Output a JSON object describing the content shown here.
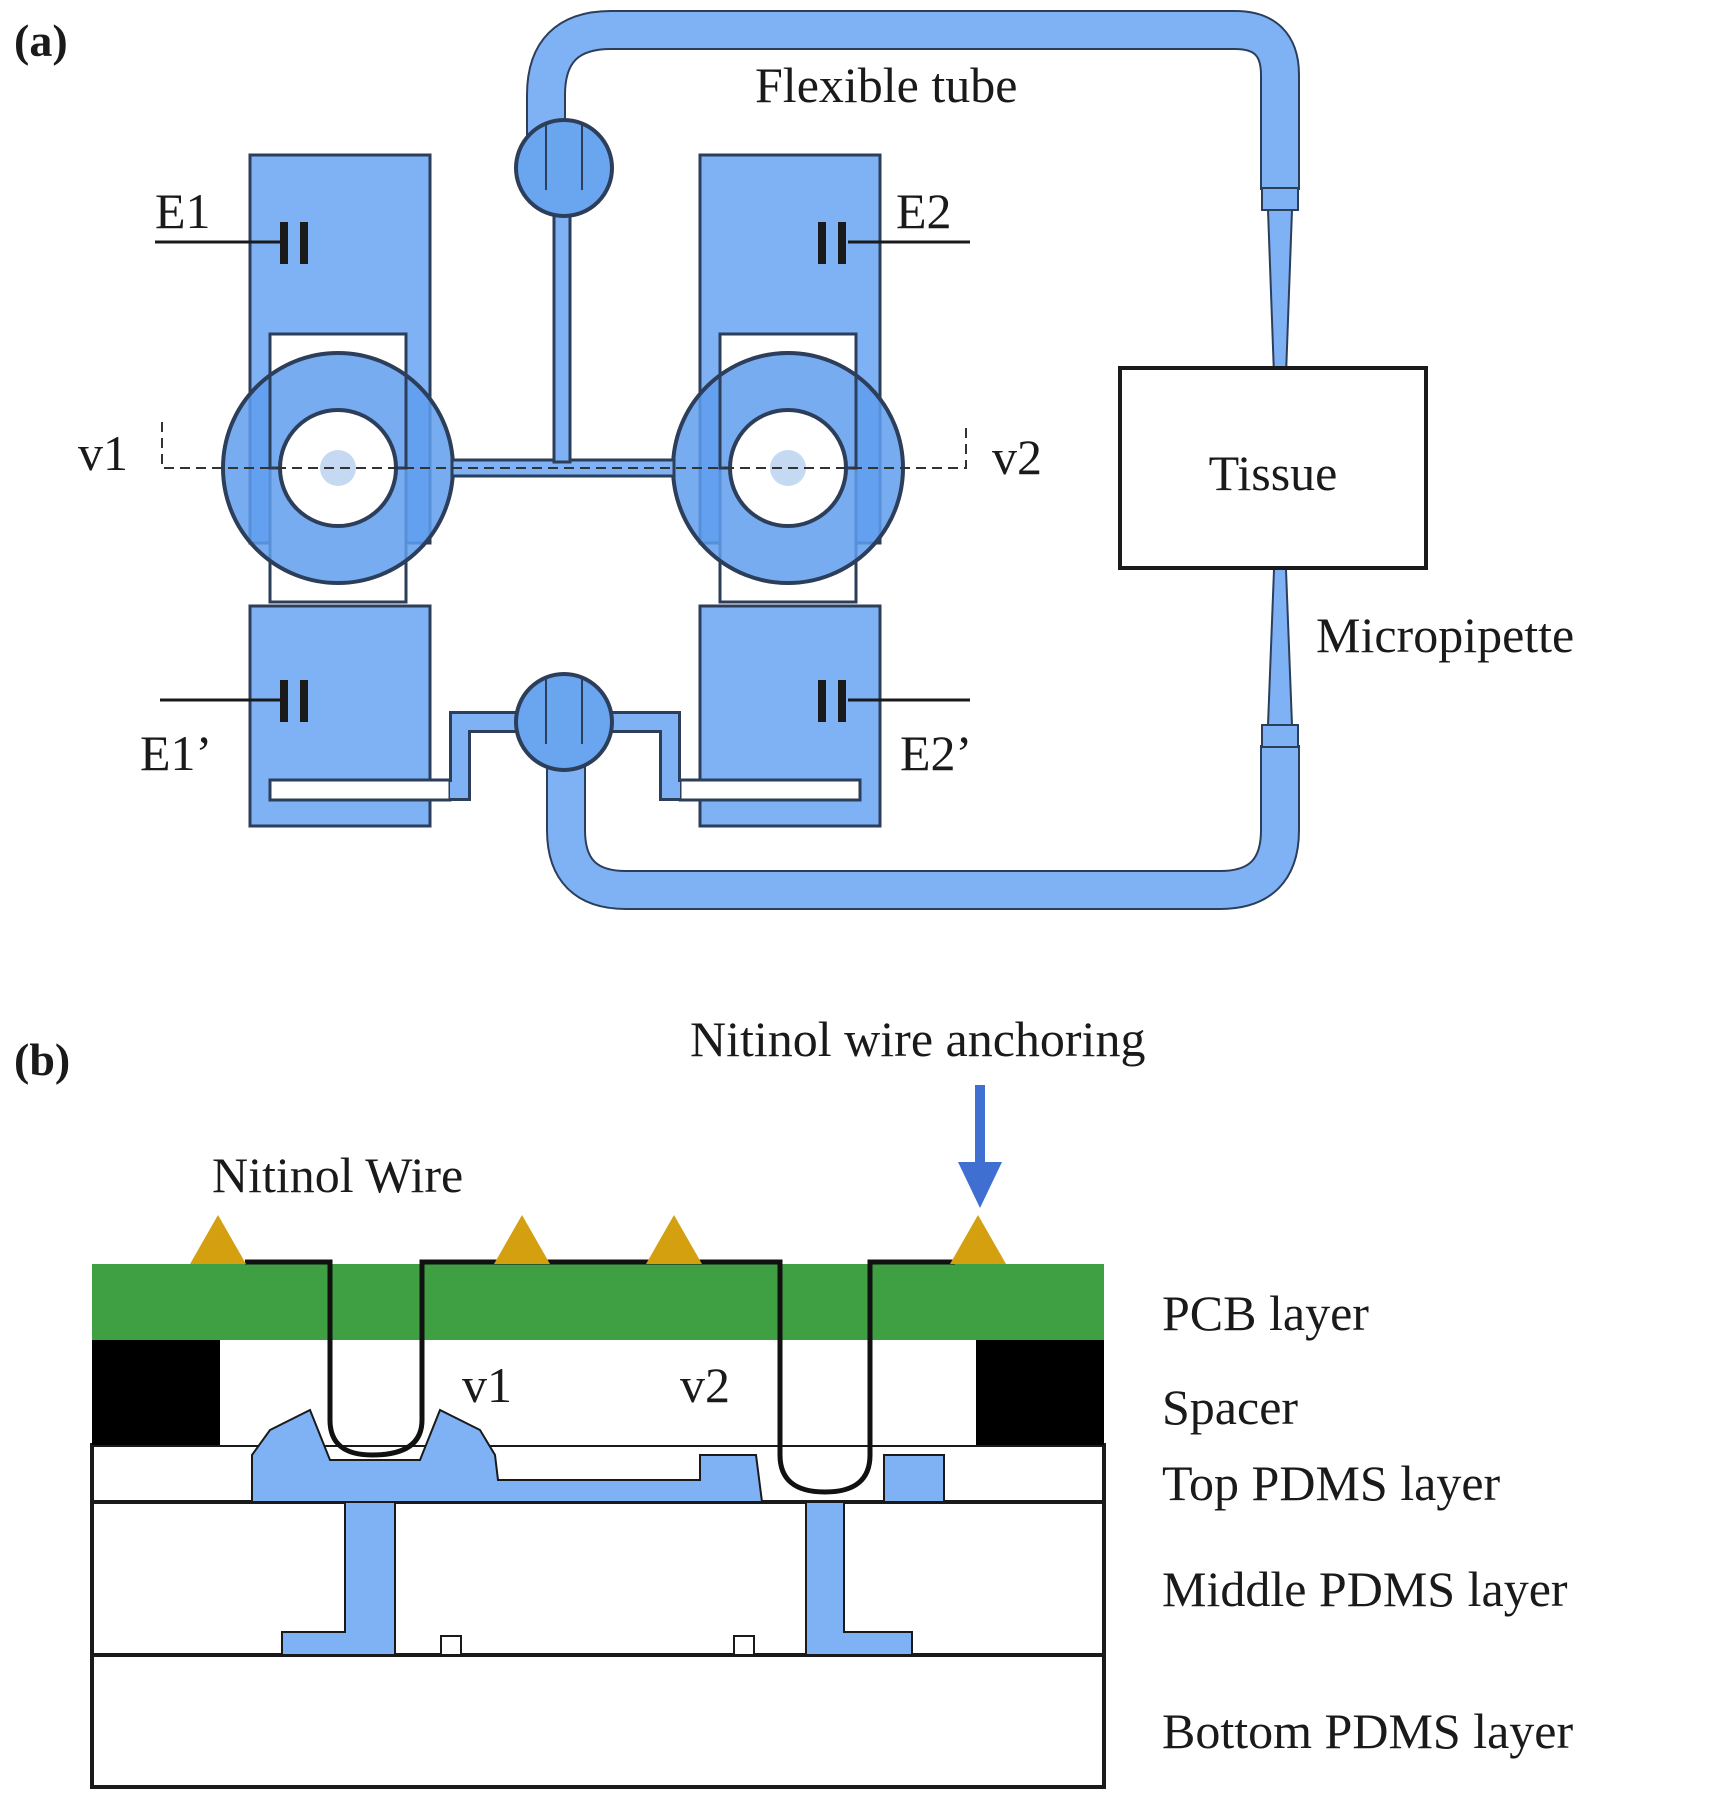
{
  "panel_a": {
    "label": "(a)",
    "flexible_tube": "Flexible tube",
    "e1": "E1",
    "e2": "E2",
    "e1_prime": "E1’",
    "e2_prime": "E2’",
    "v1": "v1",
    "v2": "v2",
    "tissue": "Tissue",
    "micropipette": "Micropipette"
  },
  "panel_b": {
    "label": "(b)",
    "nitinol_anchoring": "Nitinol wire anchoring",
    "nitinol_wire": "Nitinol Wire",
    "v1": "v1",
    "v2": "v2",
    "layers": {
      "pcb": "PCB layer",
      "spacer": "Spacer",
      "top_pdms": "Top PDMS layer",
      "middle_pdms": "Middle PDMS layer",
      "bottom_pdms": "Bottom PDMS layer"
    }
  },
  "colors": {
    "channel_blue": "#7fb1f5",
    "channel_stroke": "#2c3e5a",
    "pcb_green": "#3ea043",
    "anchor_gold": "#d4a00f",
    "arrow_blue": "#3f6fd1",
    "spacer_black": "#000000"
  }
}
